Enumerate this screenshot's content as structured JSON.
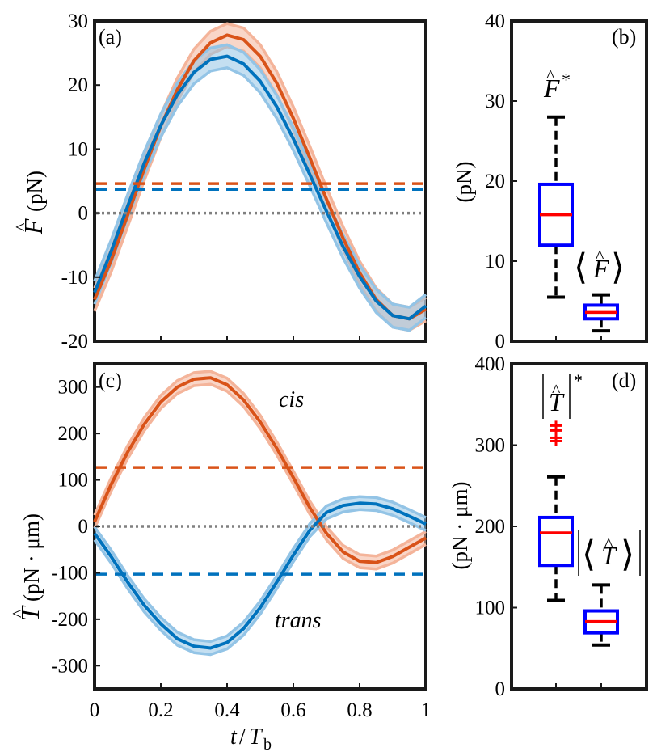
{
  "chart_data": [
    {
      "panel": "(a)",
      "type": "line",
      "x": [
        0,
        0.05,
        0.1,
        0.15,
        0.2,
        0.25,
        0.3,
        0.35,
        0.4,
        0.45,
        0.5,
        0.55,
        0.6,
        0.65,
        0.7,
        0.75,
        0.8,
        0.85,
        0.9,
        0.95,
        1.0
      ],
      "series": [
        {
          "key": "cis",
          "color": "#d95319",
          "band_color": "#f4b49a",
          "values": [
            -13.5,
            -7.4,
            -0.3,
            6.9,
            13.6,
            19.3,
            23.8,
            26.6,
            27.8,
            27.1,
            24.5,
            20.3,
            14.8,
            8.6,
            2.2,
            -3.9,
            -9.3,
            -13.5,
            -16.0,
            -16.5,
            -15.0
          ],
          "band": 1.8
        },
        {
          "key": "trans",
          "color": "#0072bd",
          "band_color": "#93c4e6",
          "values": [
            -12.4,
            -6.0,
            1.1,
            7.8,
            13.7,
            18.5,
            22.0,
            24.0,
            24.5,
            23.3,
            20.6,
            16.6,
            11.6,
            6.0,
            0.3,
            -5.2,
            -9.9,
            -13.7,
            -16.0,
            -16.5,
            -14.5
          ],
          "band": 1.8
        }
      ],
      "hlines": [
        {
          "key": "cis-mean",
          "y": 4.6,
          "color": "#d95319",
          "style": "dashed"
        },
        {
          "key": "trans-mean",
          "y": 3.7,
          "color": "#0072bd",
          "style": "dashed"
        },
        {
          "key": "zero",
          "y": 0,
          "color": "#808080",
          "style": "dotted"
        }
      ],
      "xlim": [
        0,
        1
      ],
      "ylim": [
        -20,
        30
      ],
      "yticks": [
        "-20",
        "-10",
        "0",
        "10",
        "20",
        "30"
      ],
      "ylabel_text": "(pN)"
    },
    {
      "panel": "(b)",
      "type": "box",
      "ylim": [
        0,
        40
      ],
      "yticks": [
        "0",
        "10",
        "20",
        "30",
        "40"
      ],
      "ylabel": "(pN)",
      "boxes": [
        {
          "key": "F-star",
          "q1": 12.0,
          "median": 15.8,
          "q3": 19.6,
          "whisker_low": 5.5,
          "whisker_high": 28.0,
          "outliers": []
        },
        {
          "key": "F-mean",
          "q1": 2.8,
          "median": 3.6,
          "q3": 4.5,
          "whisker_low": 1.3,
          "whisker_high": 5.8,
          "outliers": []
        }
      ]
    },
    {
      "panel": "(c)",
      "type": "line",
      "x": [
        0,
        0.05,
        0.1,
        0.15,
        0.2,
        0.25,
        0.3,
        0.35,
        0.4,
        0.45,
        0.5,
        0.55,
        0.6,
        0.65,
        0.7,
        0.75,
        0.8,
        0.85,
        0.9,
        0.95,
        1.0
      ],
      "series": [
        {
          "key": "cis",
          "color": "#d95319",
          "band_color": "#f4b49a",
          "values": [
            10,
            90,
            160,
            220,
            268,
            300,
            317,
            320,
            305,
            272,
            225,
            168,
            105,
            40,
            -15,
            -55,
            -75,
            -78,
            -65,
            -45,
            -25
          ],
          "band": 14
        },
        {
          "key": "trans",
          "color": "#0072bd",
          "band_color": "#93c4e6",
          "values": [
            -15,
            -65,
            -120,
            -170,
            -210,
            -242,
            -258,
            -262,
            -250,
            -220,
            -175,
            -120,
            -62,
            -8,
            30,
            45,
            50,
            48,
            38,
            22,
            5
          ],
          "band": 14
        }
      ],
      "hlines": [
        {
          "key": "cis-mean",
          "y": 127,
          "color": "#d95319",
          "style": "dashed"
        },
        {
          "key": "trans-mean",
          "y": -103,
          "color": "#0072bd",
          "style": "dashed"
        },
        {
          "key": "zero",
          "y": 0,
          "color": "#808080",
          "style": "dotted"
        }
      ],
      "annotations": {
        "cis": "cis",
        "trans": "trans"
      },
      "xlim": [
        0,
        1
      ],
      "ylim": [
        -350,
        350
      ],
      "xticks": [
        "0",
        "0.2",
        "0.4",
        "0.6",
        "0.8",
        "1"
      ],
      "yticks": [
        "-300",
        "-200",
        "-100",
        "0",
        "100",
        "200",
        "300"
      ],
      "ylabel_text": "(pN · μm)",
      "xlabel_sub": "b"
    },
    {
      "panel": "(d)",
      "type": "box",
      "ylim": [
        0,
        400
      ],
      "yticks": [
        "0",
        "100",
        "200",
        "300",
        "400"
      ],
      "ylabel": "(pN · μm)",
      "boxes": [
        {
          "key": "T-star",
          "q1": 152,
          "median": 192,
          "q3": 211,
          "whisker_low": 109,
          "whisker_high": 261,
          "outliers": [
            324,
            318,
            309,
            305
          ]
        },
        {
          "key": "T-mean",
          "q1": 69,
          "median": 83,
          "q3": 96,
          "whisker_low": 54,
          "whisker_high": 128,
          "outliers": []
        }
      ]
    }
  ]
}
